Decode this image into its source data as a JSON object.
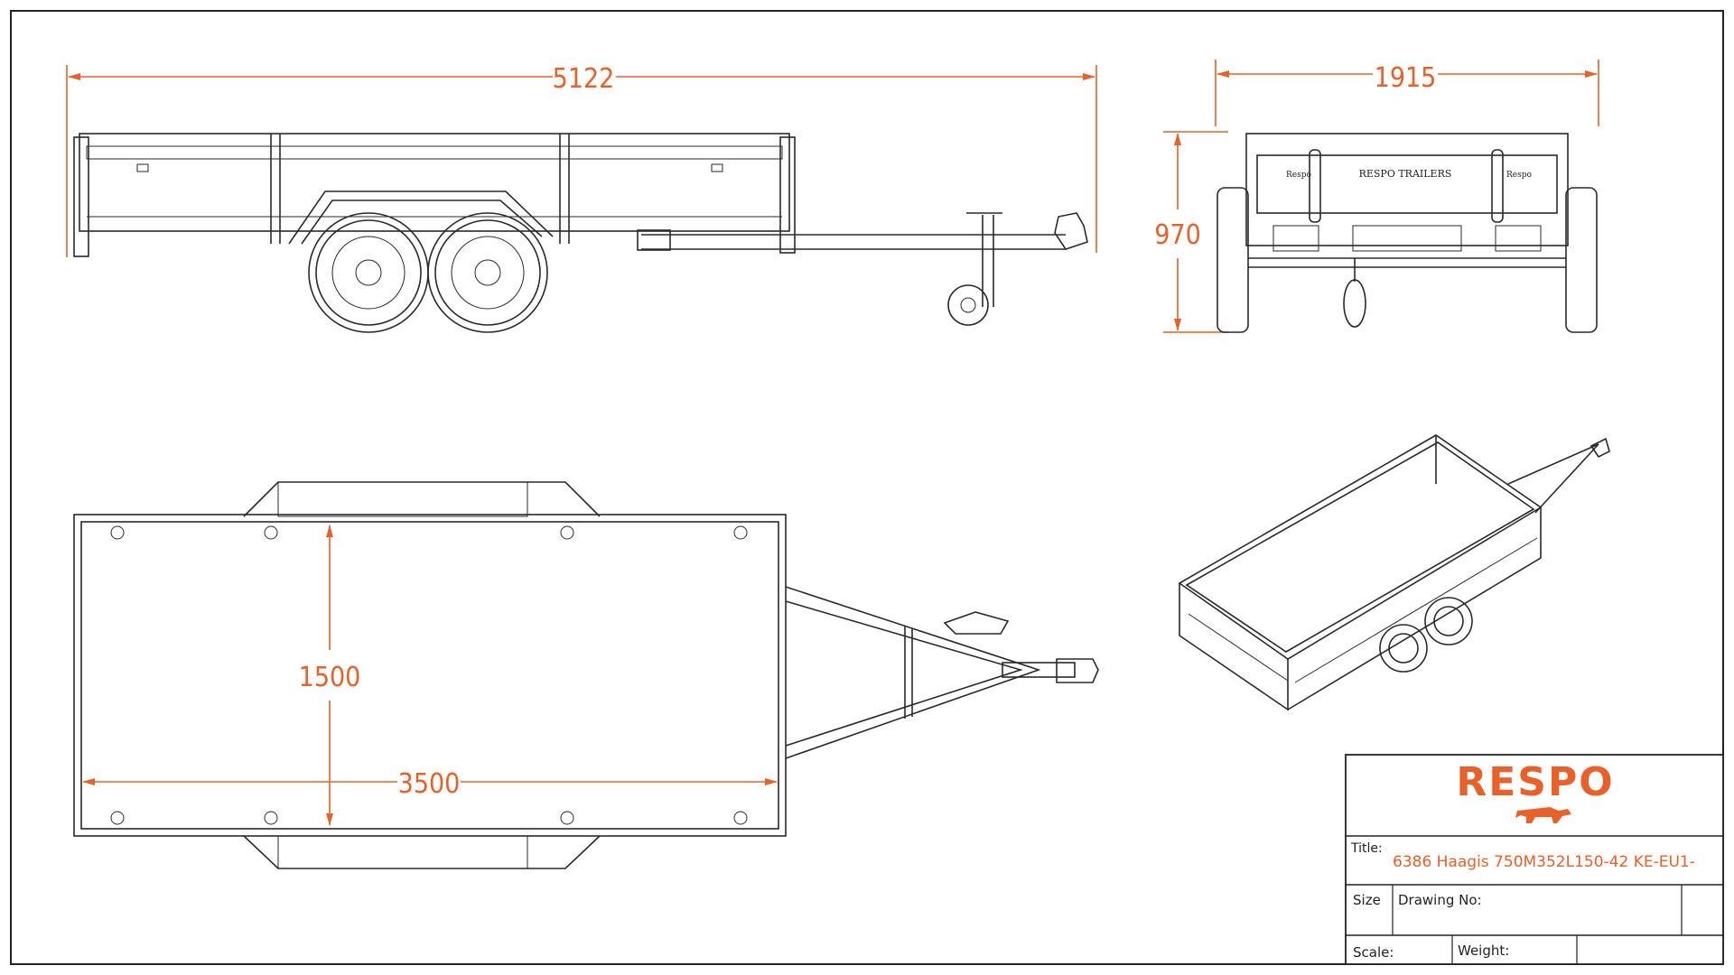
{
  "dimensions": {
    "overall_length": "5122",
    "overall_width": "1915",
    "height": "970",
    "inner_width": "1500",
    "inner_length": "3500"
  },
  "rear_view": {
    "panel_text": "RESPO TRAILERS",
    "badge_left": "Respo",
    "badge_right": "Respo"
  },
  "title_block": {
    "logo_text": "RESPO",
    "title_label": "Title:",
    "title_value": "6386 Haagis 750M352L150-42 KE-EU1-",
    "size_label": "Size",
    "drawing_no_label": "Drawing No:",
    "scale_label": "Scale:",
    "weight_label": "Weight:"
  },
  "colors": {
    "accent": "#e8602a",
    "line": "#2a2a2a"
  }
}
